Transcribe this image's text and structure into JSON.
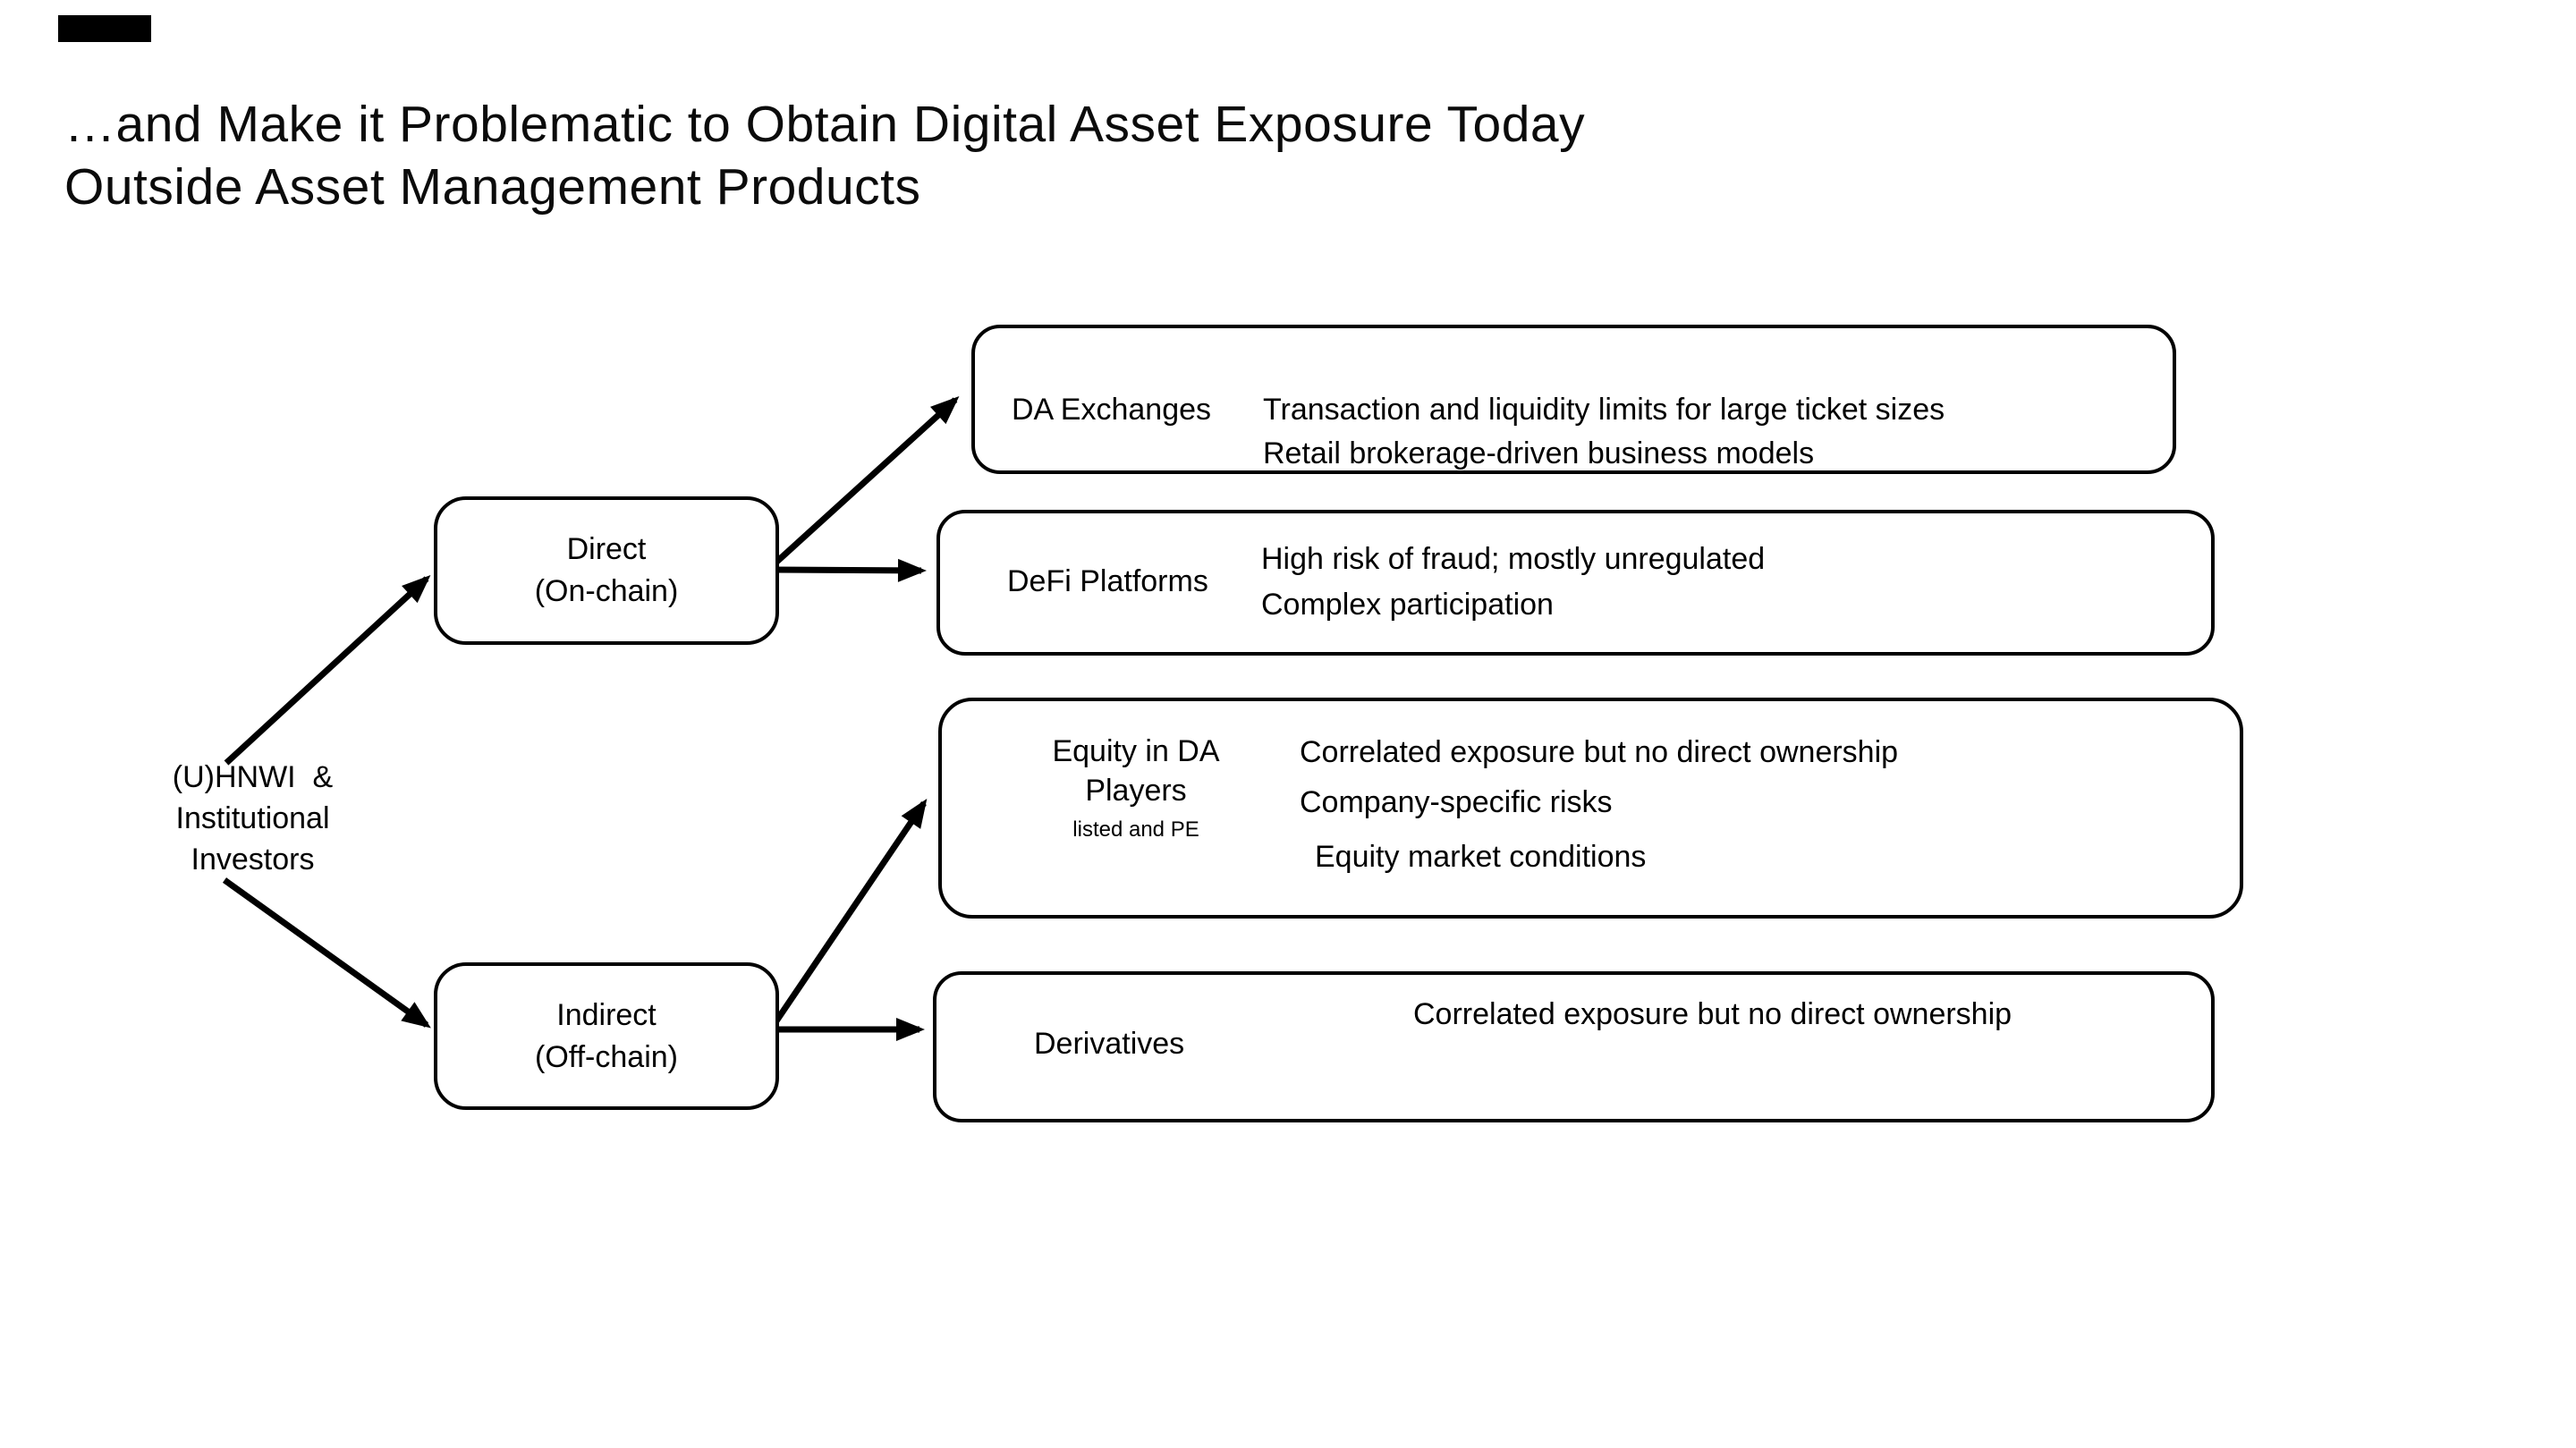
{
  "colors": {
    "ink": "#000000",
    "background": "#ffffff"
  },
  "decor": {
    "corner_bar_color": "#000000"
  },
  "title": {
    "line1": "…and Make it Problematic to Obtain Digital Asset Exposure Today",
    "line2": "Outside Asset Management Products"
  },
  "diagram": {
    "root": {
      "lines": [
        "(U)HNWI  &",
        "Institutional",
        "Investors"
      ]
    },
    "nodes": [
      {
        "id": "direct",
        "line1": "Direct",
        "line2": "(On-chain)"
      },
      {
        "id": "indirect",
        "line1": "Indirect",
        "line2": "(Off-chain)"
      }
    ],
    "outcomes": [
      {
        "id": "da-exchanges",
        "label": "DA Exchanges",
        "points": [
          "Transaction and liquidity limits for large ticket sizes",
          "Retail brokerage-driven business models"
        ]
      },
      {
        "id": "defi-platforms",
        "label": "DeFi Platforms",
        "points": [
          "High risk of fraud; mostly unregulated",
          "Complex participation"
        ]
      },
      {
        "id": "equity-in-da-players",
        "label_line1": "Equity in DA",
        "label_line2": "Players",
        "label_sub": "listed and PE",
        "points": [
          "Correlated exposure but no direct ownership",
          "Company-specific risks",
          "Equity market conditions"
        ]
      },
      {
        "id": "derivatives",
        "label": "Derivatives",
        "points": [
          "Correlated exposure but no direct ownership"
        ]
      }
    ]
  }
}
